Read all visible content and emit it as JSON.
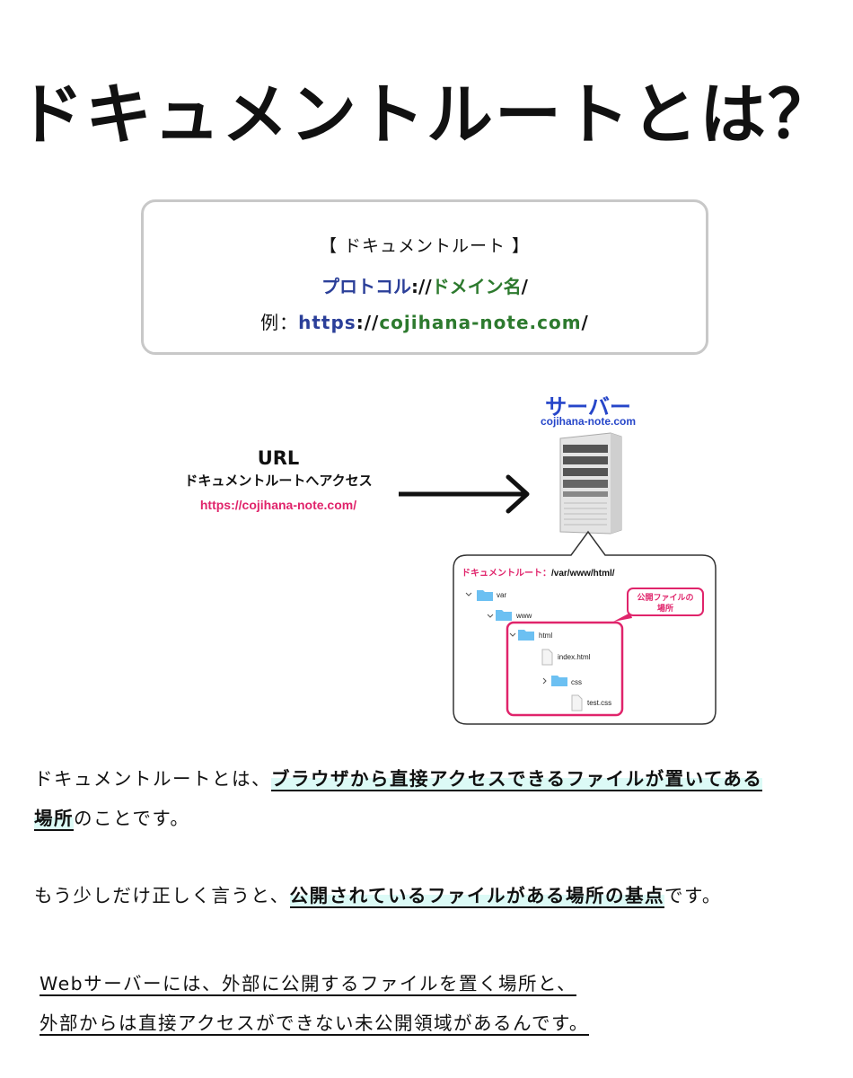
{
  "title": "ドキュメントルートとは？",
  "definition": {
    "heading": "【 ドキュメントルート 】",
    "formula": {
      "protocol": "プロトコル",
      "separator": "://",
      "domain": "ドメイン名",
      "slash": "/"
    },
    "example": {
      "prefix": "例：",
      "protocol": "https",
      "separator": "://",
      "domain": "cojihana-note.com",
      "slash": "/"
    }
  },
  "diagram": {
    "server_title": "サーバー",
    "server_domain": "cojihana-note.com",
    "url_label": "URL",
    "url_sub": "ドキュメントルートへアクセス",
    "url_link": "https://cojihana-note.com/",
    "docroot_label": "ドキュメントルート：",
    "docroot_path": "/var/www/html/",
    "public_tag_line1": "公開ファイルの",
    "public_tag_line2": "場所",
    "files": {
      "var": "var",
      "www": "www",
      "html": "html",
      "index": "index.html",
      "css": "css",
      "test": "test.css"
    },
    "colors": {
      "accent_pink": "#e0246b",
      "accent_blue": "#2646c9",
      "folder": "#6cc0f2"
    }
  },
  "paragraphs": {
    "p1_plain": "ドキュメントルートとは、",
    "p1_highlight1": "ブラウザから直接アクセスできるファイルが置いてある",
    "p1_highlight2": "場所",
    "p1_end": "のことです。",
    "p2_plain": "もう少しだけ正しく言うと、",
    "p2_highlight": "公開されているファイルがある場所の基点",
    "p2_end": "です。",
    "p3_line1": "Webサーバーには、外部に公開するファイルを置く場所と、",
    "p3_line2": "外部からは直接アクセスができない未公開領域があるんです。"
  }
}
